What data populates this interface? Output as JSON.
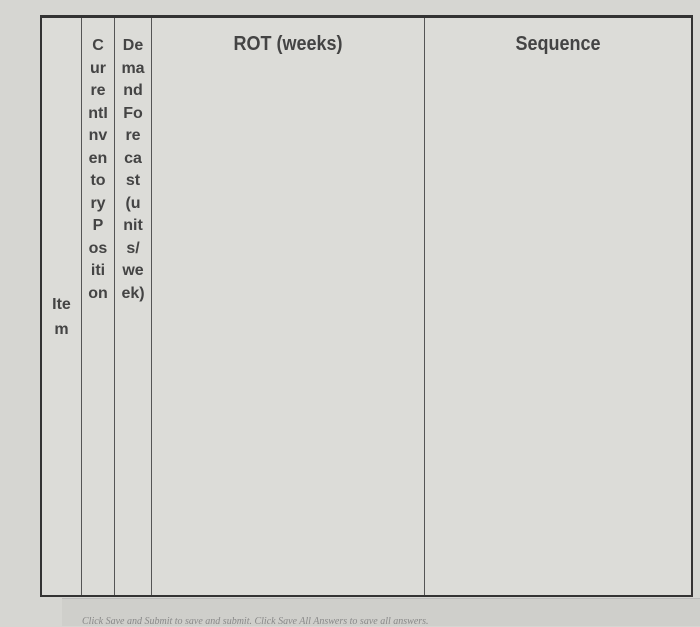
{
  "table": {
    "headers": [
      {
        "key": "item",
        "label": "Item"
      },
      {
        "key": "current_inventory",
        "label": "CurrentInventoryPosition"
      },
      {
        "key": "demand_forecast",
        "label": "DemandForecast(units/week)"
      },
      {
        "key": "rot",
        "label": "ROT (weeks)"
      },
      {
        "key": "sequence",
        "label": "Sequence"
      }
    ]
  },
  "footer": {
    "instructions": "Click Save and Submit to save and submit. Click Save All Answers to save all answers."
  }
}
